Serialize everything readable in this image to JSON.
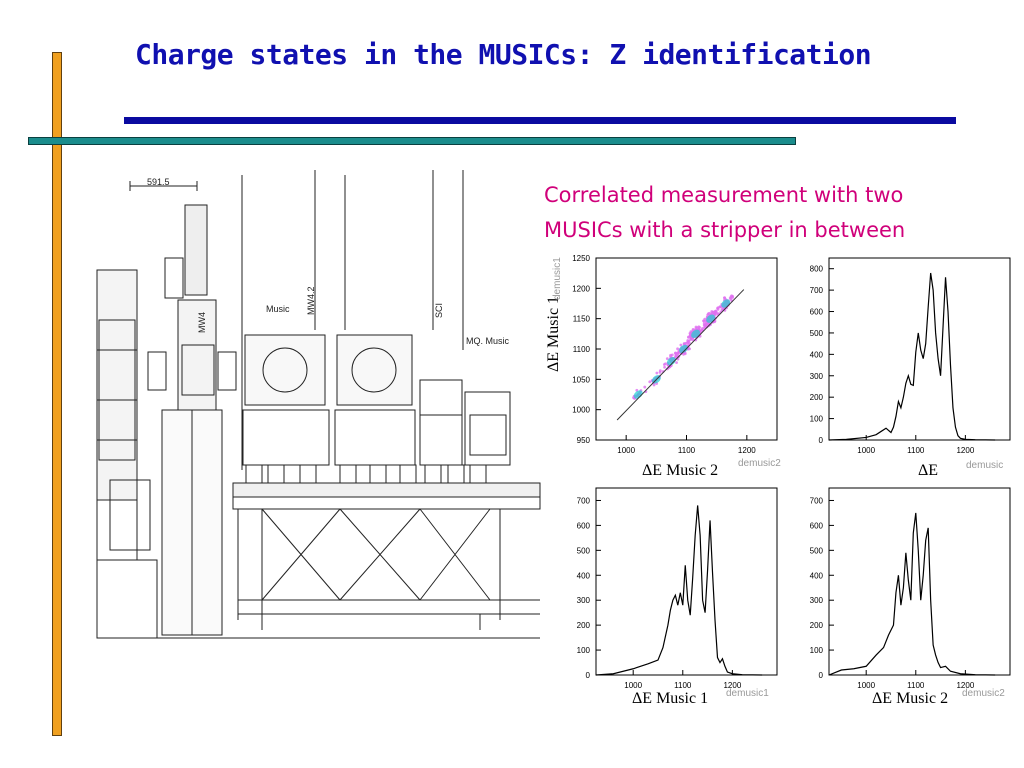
{
  "slide": {
    "title": "Charge states in the MUSICs: Z identification",
    "subtitle_line1": "Correlated measurement with two",
    "subtitle_line2": "MUSICs with a stripper in between"
  },
  "colors": {
    "title": "#1010b0",
    "subtitle": "#d0007a",
    "navy_bar": "#0a0aa0",
    "teal_bar": "#1a8c8c",
    "orange_bar": "#f0a020",
    "scatter_magenta": "#e070f0",
    "scatter_cyan": "#20d0d0"
  },
  "drawing": {
    "description_labels": [
      "591.5",
      "Music",
      "MW4.2",
      "SCI",
      "MQ. Music",
      "MW4"
    ]
  },
  "chart_data": [
    {
      "type": "scatter",
      "panel_tag": "demusic1",
      "ylabel": "ΔE Music 1",
      "xlabel": "ΔE Music 2",
      "xlabel_tag": "demusic2",
      "xlim": [
        950,
        1250
      ],
      "ylim": [
        950,
        1250
      ],
      "xticks": [
        1000,
        1100,
        1200
      ],
      "yticks": [
        950,
        1000,
        1050,
        1100,
        1150,
        1200,
        1250
      ],
      "clusters": [
        {
          "x": 1020,
          "y": 1025,
          "n": 14
        },
        {
          "x": 1050,
          "y": 1050,
          "n": 22
        },
        {
          "x": 1075,
          "y": 1080,
          "n": 40
        },
        {
          "x": 1095,
          "y": 1100,
          "n": 60
        },
        {
          "x": 1115,
          "y": 1125,
          "n": 90
        },
        {
          "x": 1140,
          "y": 1150,
          "n": 110
        },
        {
          "x": 1165,
          "y": 1175,
          "n": 60
        }
      ],
      "fit_line": {
        "x": [
          985,
          1195
        ],
        "y": [
          983,
          1198
        ]
      }
    },
    {
      "type": "line",
      "panel_tag": "demusic",
      "xlabel": "ΔE",
      "xlim": [
        925,
        1290
      ],
      "ylim": [
        0,
        850
      ],
      "xticks": [
        1000,
        1100,
        1200
      ],
      "yticks": [
        0,
        100,
        200,
        300,
        400,
        500,
        600,
        700,
        800
      ],
      "x": [
        925,
        960,
        1000,
        1020,
        1030,
        1040,
        1050,
        1055,
        1060,
        1065,
        1070,
        1075,
        1080,
        1085,
        1090,
        1095,
        1100,
        1105,
        1110,
        1115,
        1120,
        1125,
        1130,
        1135,
        1140,
        1145,
        1150,
        1155,
        1160,
        1165,
        1170,
        1175,
        1180,
        1185,
        1190,
        1200,
        1220,
        1260
      ],
      "y": [
        0,
        3,
        12,
        25,
        40,
        55,
        35,
        60,
        110,
        180,
        150,
        200,
        265,
        300,
        260,
        255,
        410,
        500,
        420,
        380,
        450,
        620,
        780,
        700,
        500,
        380,
        300,
        530,
        760,
        600,
        350,
        150,
        60,
        20,
        8,
        3,
        1,
        0
      ]
    },
    {
      "type": "line",
      "panel_tag": "demusic1",
      "xlabel": "ΔE Music 1",
      "xlim": [
        925,
        1290
      ],
      "ylim": [
        0,
        750
      ],
      "xticks": [
        1000,
        1100,
        1200
      ],
      "yticks": [
        0,
        100,
        200,
        300,
        400,
        500,
        600,
        700
      ],
      "x": [
        925,
        960,
        1000,
        1030,
        1050,
        1060,
        1070,
        1075,
        1080,
        1085,
        1090,
        1095,
        1100,
        1105,
        1110,
        1115,
        1120,
        1125,
        1130,
        1135,
        1140,
        1145,
        1150,
        1155,
        1160,
        1165,
        1170,
        1175,
        1180,
        1185,
        1190,
        1200,
        1220,
        1260
      ],
      "y": [
        0,
        5,
        25,
        45,
        60,
        110,
        200,
        260,
        300,
        320,
        280,
        330,
        280,
        440,
        300,
        240,
        390,
        560,
        680,
        560,
        300,
        250,
        420,
        620,
        410,
        220,
        70,
        50,
        65,
        35,
        12,
        5,
        1,
        0
      ]
    },
    {
      "type": "line",
      "panel_tag": "demusic2",
      "xlabel": "ΔE Music 2",
      "xlim": [
        925,
        1290
      ],
      "ylim": [
        0,
        750
      ],
      "xticks": [
        1000,
        1100,
        1200
      ],
      "yticks": [
        0,
        100,
        200,
        300,
        400,
        500,
        600,
        700
      ],
      "x": [
        925,
        950,
        975,
        1000,
        1020,
        1035,
        1045,
        1055,
        1060,
        1065,
        1070,
        1075,
        1080,
        1085,
        1090,
        1095,
        1100,
        1105,
        1110,
        1115,
        1120,
        1125,
        1130,
        1135,
        1140,
        1145,
        1150,
        1160,
        1170,
        1190,
        1220,
        1260
      ],
      "y": [
        0,
        20,
        25,
        35,
        80,
        110,
        160,
        200,
        330,
        400,
        280,
        350,
        490,
        380,
        300,
        570,
        650,
        500,
        300,
        400,
        540,
        590,
        300,
        120,
        80,
        50,
        30,
        35,
        15,
        5,
        1,
        0
      ]
    }
  ],
  "panels": [
    {
      "tag": "demusic1",
      "xlabel": "ΔE Music 2",
      "xlabel_tag": "demusic2",
      "ylabel": "ΔE Music 1"
    },
    {
      "tag": "demusic",
      "xlabel": "ΔE"
    },
    {
      "tag": "",
      "xlabel": "ΔE Music 1",
      "xlabel_tag": "demusic1"
    },
    {
      "tag": "",
      "xlabel": "ΔE Music 2",
      "xlabel_tag": "demusic2"
    }
  ]
}
